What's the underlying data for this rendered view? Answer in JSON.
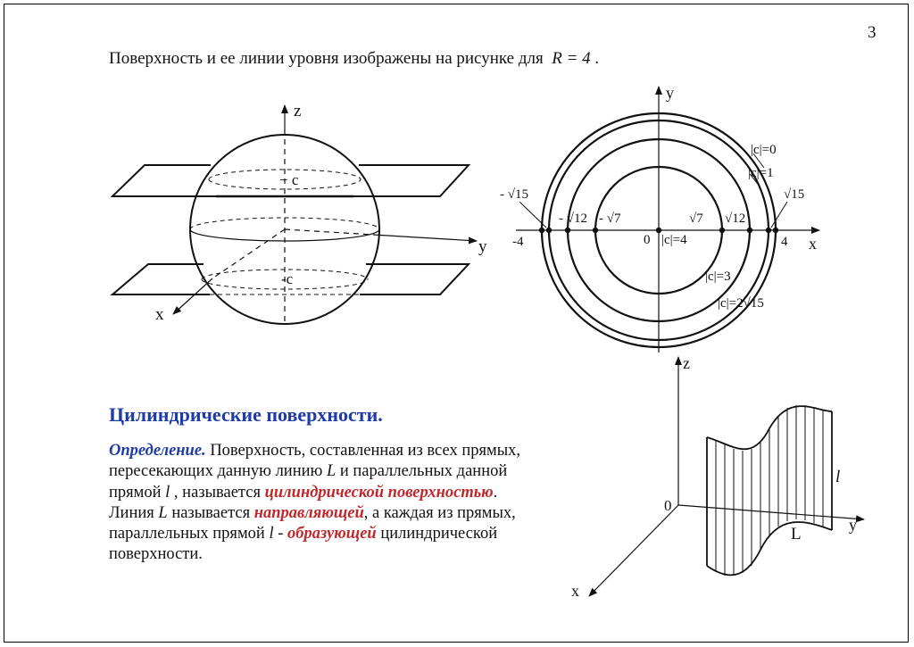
{
  "page_number": "3",
  "intro": {
    "text": "Поверхность и ее линии уровня изображены на рисунке для",
    "formula": "R = 4",
    "suffix": "."
  },
  "sphere_figure": {
    "axis_z": "z",
    "axis_y": "y",
    "axis_x": "x",
    "upper_plane_label": "− c",
    "lower_plane_label": "-c"
  },
  "level_lines_figure": {
    "axis_y": "y",
    "axis_x": "x",
    "origin": "0",
    "tick_left": "-4",
    "tick_right": "4",
    "labels": {
      "neg_sqrt15": "- √15",
      "neg_sqrt12": "- √12",
      "neg_sqrt7": "- √7",
      "sqrt7": "√7",
      "sqrt12": "√12",
      "sqrt15": "√15",
      "c0": "|c|=0",
      "c1": "|c|=1",
      "c4": "|c|=4",
      "c3": "|c|=3",
      "c2sqrt15": "|c|=2√15"
    }
  },
  "cylinder_figure": {
    "axis_z": "z",
    "axis_y": "y",
    "axis_x": "x",
    "origin": "0",
    "generator_label": "l",
    "directrix_label": "L"
  },
  "section_heading": "Цилиндрические поверхности.",
  "definition": {
    "label": "Определение.",
    "p1": " Поверхность, составленная из всех прямых, пересекающих данную линию ",
    "var_L": "L",
    "p2": " и параллельных данной прямой ",
    "var_l": "l",
    "p3": " , называется ",
    "term_cylindrical": "цилиндрической поверхностью",
    "p4": ".",
    "p5": "Линия ",
    "var_L2": "L",
    "p6": " называется ",
    "term_directrix": "направляющей",
    "p7": ", а каждая из прямых, параллельных прямой ",
    "var_l2": "l",
    "p8": " - ",
    "term_generator": "образующей",
    "p9": " цилиндрической поверхности."
  }
}
